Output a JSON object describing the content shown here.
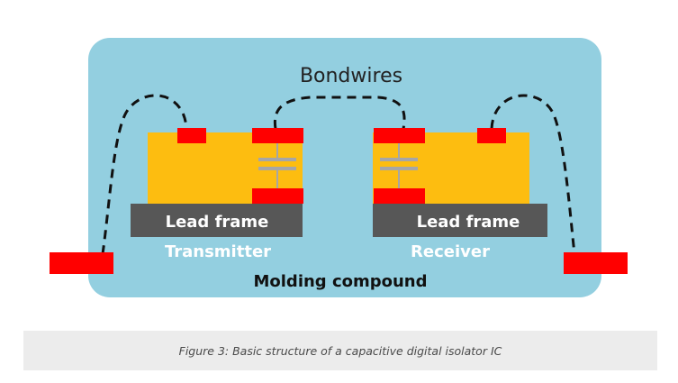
{
  "diagram": {
    "bondwires_label": "Bondwires",
    "left_lead_frame_label": "Lead frame",
    "right_lead_frame_label": "Lead frame",
    "transmitter_label": "Transmitter",
    "receiver_label": "Receiver",
    "molding_label": "Molding compound"
  },
  "colors": {
    "package": "#93cfe0",
    "die": "#fdbd10",
    "lead_frame": "#575757",
    "pad": "#ff0000",
    "capacitor": "#a6a6a6",
    "wire": "#111111",
    "die_label": "#ffffff"
  },
  "caption": {
    "text": "Figure 3: Basic structure of a capacitive digital isolator IC"
  }
}
